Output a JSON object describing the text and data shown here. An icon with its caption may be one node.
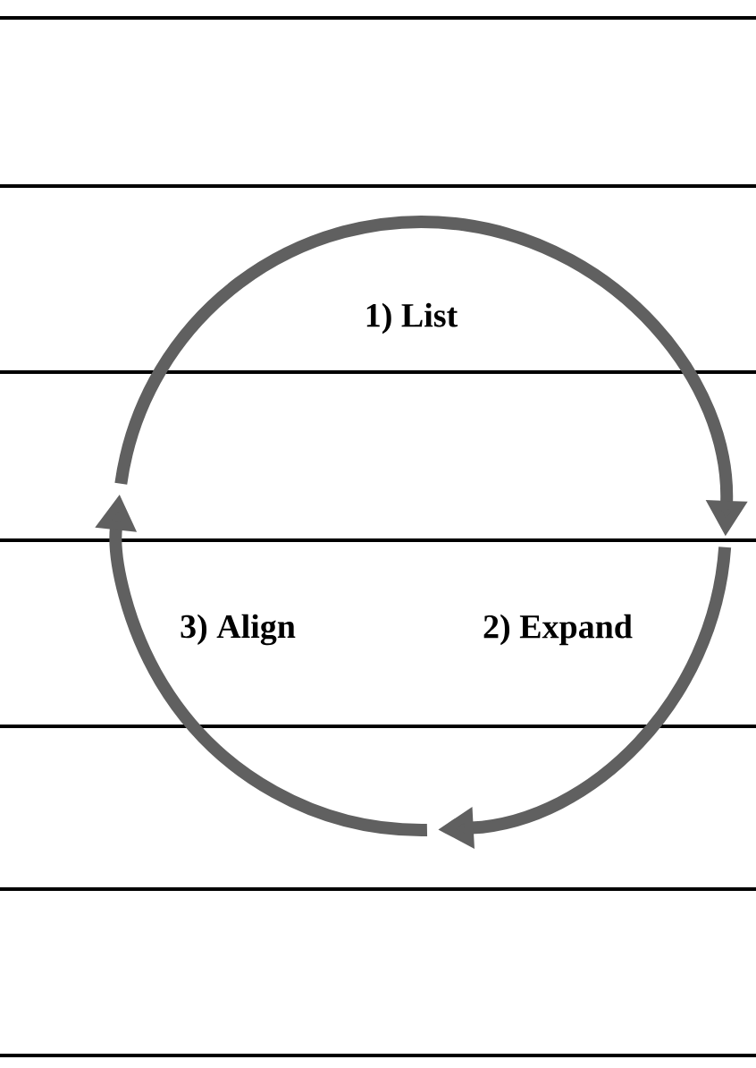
{
  "diagram": {
    "nodes": [
      {
        "text": [
          "1) List"
        ]
      },
      {
        "text": [
          "2) Expand"
        ]
      },
      {
        "text": [
          "3) Align"
        ]
      }
    ]
  }
}
